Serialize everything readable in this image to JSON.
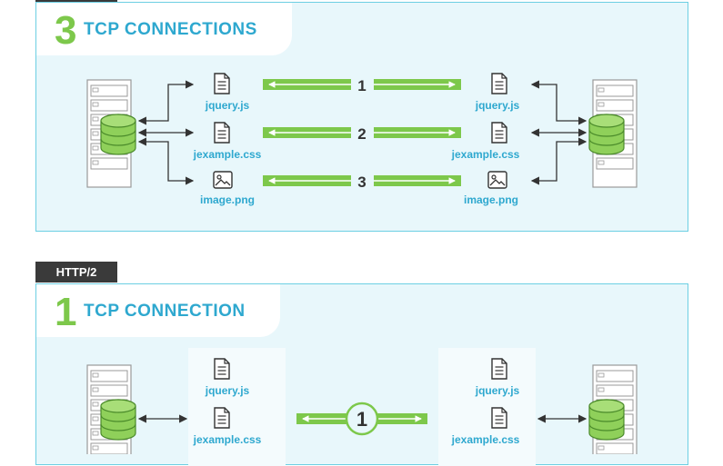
{
  "http1": {
    "tab_label": "",
    "number": "3",
    "title": "TCP CONNECTIONS",
    "files": [
      {
        "name": "jquery.js",
        "icon": "document-icon"
      },
      {
        "name": "jexample.css",
        "icon": "document-icon"
      },
      {
        "name": "image.png",
        "icon": "image-icon"
      }
    ],
    "connections": [
      "1",
      "2",
      "3"
    ]
  },
  "http2": {
    "tab_label": "HTTP/2",
    "number": "1",
    "title": "TCP CONNECTION",
    "files": [
      {
        "name": "jquery.js",
        "icon": "document-icon"
      },
      {
        "name": "jexample.css",
        "icon": "document-icon"
      }
    ],
    "connection": "1"
  },
  "colors": {
    "accent_blue": "#2ea8cf",
    "accent_green": "#7dc84b",
    "panel_bg": "#e8f7fb",
    "dark": "#3a3a3a"
  }
}
